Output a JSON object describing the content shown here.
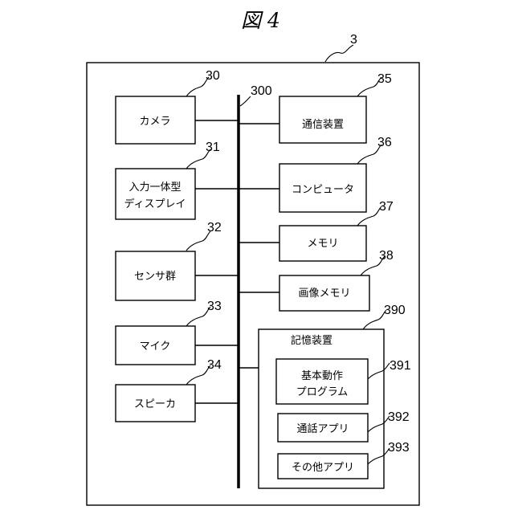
{
  "figure": {
    "title": "図 4",
    "device_ref": "3",
    "bus_ref": "300"
  },
  "left_blocks": [
    {
      "ref": "30",
      "lines": [
        "カメラ"
      ]
    },
    {
      "ref": "31",
      "lines": [
        "入力一体型",
        "ディスプレイ"
      ]
    },
    {
      "ref": "32",
      "lines": [
        "センサ群"
      ]
    },
    {
      "ref": "33",
      "lines": [
        "マイク"
      ]
    },
    {
      "ref": "34",
      "lines": [
        "スピーカ"
      ]
    }
  ],
  "right_blocks": [
    {
      "ref": "35",
      "lines": [
        "通信装置"
      ]
    },
    {
      "ref": "36",
      "lines": [
        "コンピュータ"
      ]
    },
    {
      "ref": "37",
      "lines": [
        "メモリ"
      ]
    },
    {
      "ref": "38",
      "lines": [
        "画像メモリ"
      ]
    }
  ],
  "storage": {
    "ref": "390",
    "label": "記憶装置",
    "items": [
      {
        "ref": "391",
        "lines": [
          "基本動作",
          "プログラム"
        ]
      },
      {
        "ref": "392",
        "lines": [
          "通話アプリ"
        ]
      },
      {
        "ref": "393",
        "lines": [
          "その他アプリ"
        ]
      }
    ]
  }
}
